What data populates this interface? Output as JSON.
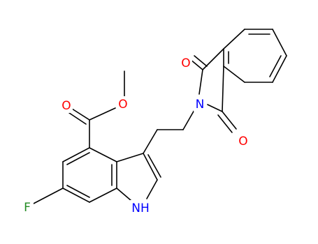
{
  "molecule": {
    "atoms": [
      {
        "id": "O_ketone_top",
        "symbol": "O",
        "color": "#ff0000"
      },
      {
        "id": "N_imide",
        "symbol": "N",
        "color": "#0000ff"
      },
      {
        "id": "O_ketone_bottom",
        "symbol": "O",
        "color": "#ff0000"
      },
      {
        "id": "O_ester_carbonyl",
        "symbol": "O",
        "color": "#ff0000"
      },
      {
        "id": "O_ester_ether",
        "symbol": "O",
        "color": "#ff0000"
      },
      {
        "id": "F_fluoro",
        "symbol": "F",
        "color": "#228b22"
      },
      {
        "id": "NH_indole",
        "symbol": "NH",
        "color": "#0000ff"
      }
    ],
    "bond_color": "#000000"
  }
}
